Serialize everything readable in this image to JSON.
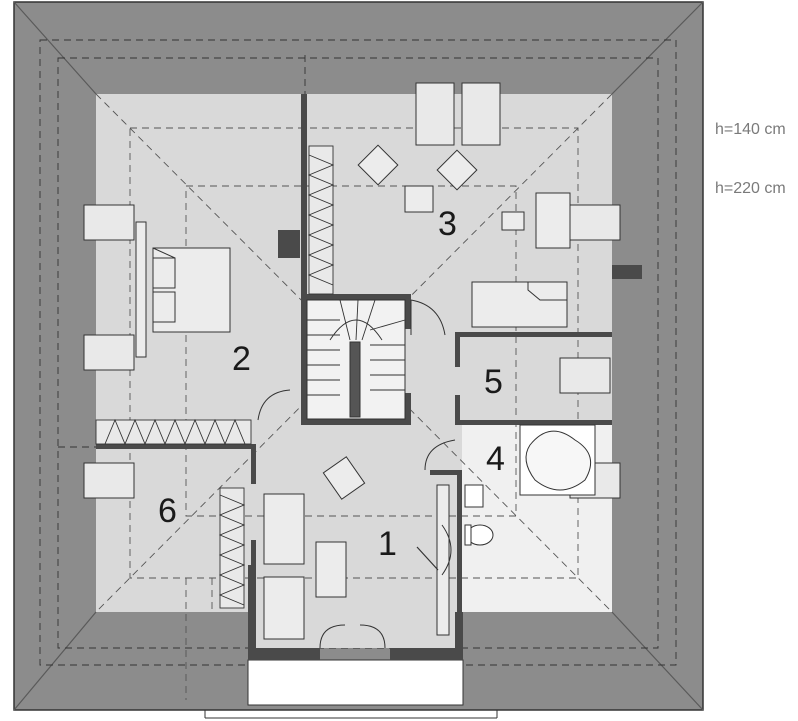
{
  "legend": {
    "height_low": "h=140 cm",
    "height_high": "h=220 cm"
  },
  "rooms": {
    "r1": "1",
    "r2": "2",
    "r3": "3",
    "r4": "4",
    "r5": "5",
    "r6": "6"
  },
  "colors": {
    "roof": "#8c8c8c",
    "floor": "#d9d9d9",
    "bathroom": "#f0f0f0",
    "wall": "#4a4a4a",
    "legend_text": "#7a7a7a"
  }
}
